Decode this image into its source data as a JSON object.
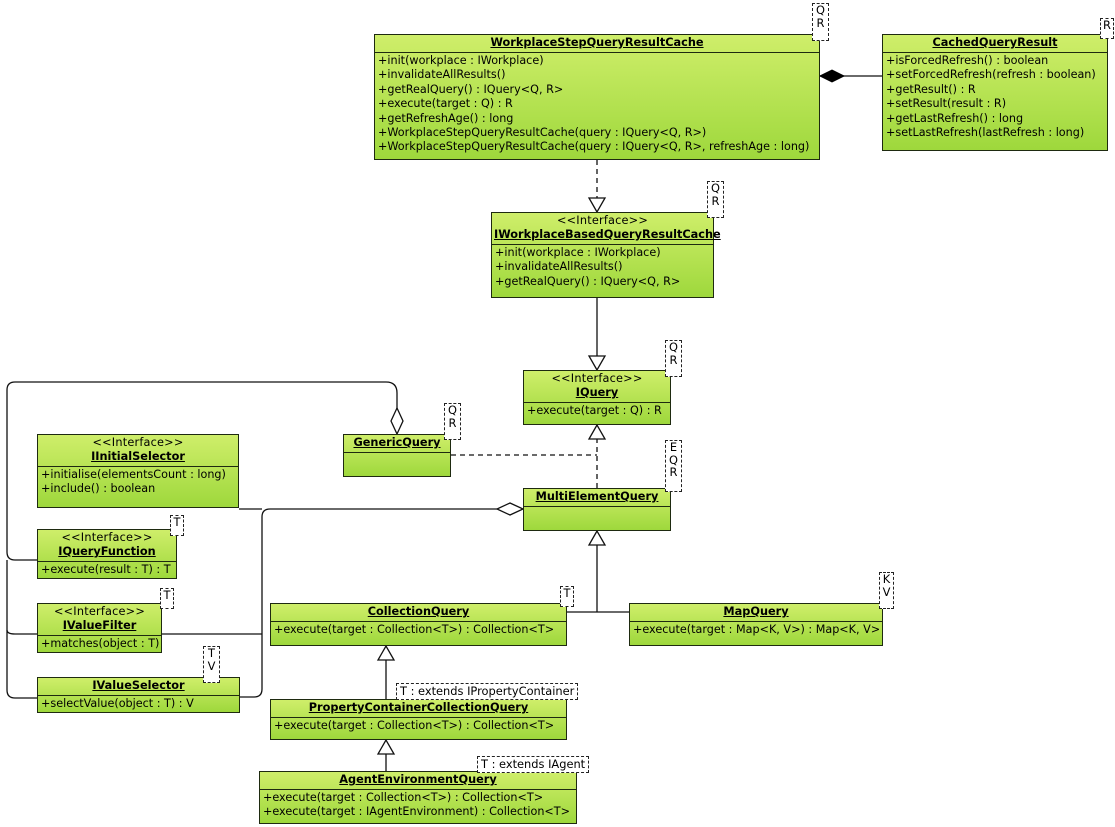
{
  "classes": {
    "cache": {
      "name": "WorkplaceStepQueryResultCache",
      "methods": [
        "+init(workplace : IWorkplace)",
        "+invalidateAllResults()",
        "+getRealQuery() : IQuery<Q, R>",
        "+execute(target : Q) : R",
        "+getRefreshAge() : long",
        "+WorkplaceStepQueryResultCache(query : IQuery<Q, R>)",
        "+WorkplaceStepQueryResultCache(query : IQuery<Q, R>, refreshAge : long)"
      ],
      "type_params": [
        "Q",
        "R"
      ]
    },
    "cached": {
      "name": "CachedQueryResult",
      "methods": [
        "+isForcedRefresh() : boolean",
        "+setForcedRefresh(refresh : boolean)",
        "+getResult() : R",
        "+setResult(result : R)",
        "+getLastRefresh() : long",
        "+setLastRefresh(lastRefresh : long)"
      ],
      "type_params": [
        "R"
      ]
    },
    "iwork": {
      "stereotype": "<<Interface>>",
      "name": "IWorkplaceBasedQueryResultCache",
      "methods": [
        "+init(workplace : IWorkplace)",
        "+invalidateAllResults()",
        "+getRealQuery() : IQuery<Q, R>"
      ],
      "type_params": [
        "Q",
        "R"
      ]
    },
    "iquery": {
      "stereotype": "<<Interface>>",
      "name": "IQuery",
      "methods": [
        "+execute(target : Q) : R"
      ],
      "type_params": [
        "Q",
        "R"
      ]
    },
    "generic": {
      "name": "GenericQuery",
      "methods": [],
      "type_params": [
        "Q",
        "R"
      ]
    },
    "initial": {
      "stereotype": "<<Interface>>",
      "name": "IInitialSelector",
      "methods": [
        "+initialise(elementsCount : long)",
        "+include() : boolean"
      ]
    },
    "multi": {
      "name": "MultiElementQuery",
      "methods": [],
      "type_params": [
        "E",
        "Q",
        "R"
      ]
    },
    "qfunc": {
      "stereotype": "<<Interface>>",
      "name": "IQueryFunction",
      "methods": [
        "+execute(result : T) : T"
      ],
      "type_params": [
        "T"
      ]
    },
    "vfilter": {
      "stereotype": "<<Interface>>",
      "name": "IValueFilter",
      "methods": [
        "+matches(object : T)"
      ],
      "type_params": [
        "T"
      ]
    },
    "vsel": {
      "name": "IValueSelector",
      "methods": [
        "+selectValue(object : T) : V"
      ],
      "type_params": [
        "T",
        "V"
      ]
    },
    "coll": {
      "name": "CollectionQuery",
      "methods": [
        "+execute(target : Collection<T>) : Collection<T>"
      ],
      "type_params": [
        "T"
      ]
    },
    "map": {
      "name": "MapQuery",
      "methods": [
        "+execute(target : Map<K, V>) : Map<K, V>"
      ],
      "type_params": [
        "K",
        "V"
      ]
    },
    "prop": {
      "name": "PropertyContainerCollectionQuery",
      "methods": [
        "+execute(target : Collection<T>) : Collection<T>"
      ],
      "type_params": [
        "T : extends IPropertyContainer"
      ]
    },
    "agent": {
      "name": "AgentEnvironmentQuery",
      "methods": [
        "+execute(target : Collection<T>) : Collection<T>",
        "+execute(target : IAgentEnvironment) : Collection<T>"
      ],
      "type_params": [
        "T : extends IAgent"
      ]
    }
  }
}
